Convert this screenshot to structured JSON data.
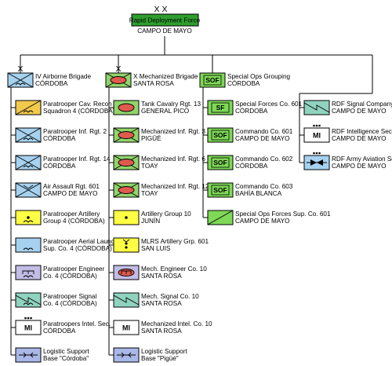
{
  "hq": {
    "echelon": "X X",
    "name": "Rapid Deployment Force",
    "location": "CAMPO DE MAYO",
    "fill": "#2e9e2e"
  },
  "echelons": {
    "brigade": "X",
    "sof": "",
    "company": "I"
  },
  "symbol_text": {
    "sof": "SOF",
    "sf": "SF",
    "mi": "MI"
  },
  "colors": {
    "airborne": "#a6d2f0",
    "mechanized": "#91d46b",
    "artillery": "#ffff44",
    "sof": "#7ed957",
    "engineer": "#c2bde6",
    "signal": "#8fd3bf",
    "intel": "#ffffff",
    "logistic": "#a9b8e8",
    "recon_diag": "#f2c94c",
    "ellipse": "#e05a4e"
  },
  "columns": [
    {
      "id": "c1",
      "units": [
        {
          "line1": "IV Airborne Brigade",
          "line2": "CÓRDOBA",
          "symbol": "airborne-infantry",
          "fill": "airborne",
          "echelon": "brigade"
        },
        {
          "line1": "Paratrooper Cav. Recon",
          "line2": "Squadron 4 (CÓRDOBA)",
          "symbol": "airborne-recon",
          "fill": "recon_diag"
        },
        {
          "line1": "Paratrooper Inf. Rgt. 2",
          "line2": "CÓRDOBA",
          "symbol": "airborne-infantry",
          "fill": "airborne"
        },
        {
          "line1": "Paratrooper Inf. Rgt. 14",
          "line2": "CÓRDOBA",
          "symbol": "airborne-infantry",
          "fill": "airborne"
        },
        {
          "line1": "Air Assault Rgt. 601",
          "line2": "CAMPO DE MAYO",
          "symbol": "air-assault",
          "fill": "airborne"
        },
        {
          "line1": "Paratrooper Artillery",
          "line2": "Group 4 (CÓRDOBA)",
          "symbol": "airborne-artillery",
          "fill": "artillery"
        },
        {
          "line1": "Paratrooper Aerial Launch",
          "line2": "Sup. Co. 4 (CÓRDOBA)",
          "symbol": "aerial-launch",
          "fill": "airborne"
        },
        {
          "line1": "Paratrooper Engineer",
          "line2": "Co. 4 (CÓRDOBA)",
          "symbol": "airborne-engineer",
          "fill": "engineer"
        },
        {
          "line1": "Paratrooper Signal",
          "line2": "Co. 4 (CÓRDOBA)",
          "symbol": "airborne-signal",
          "fill": "signal"
        },
        {
          "line1": "Paratroopers Intel. Sec.",
          "line2": "CÓRDOBA",
          "symbol": "intel",
          "fill": "intel",
          "echelon": "dots"
        },
        {
          "line1": "Logistic Support",
          "line2": "Base \"Córdoba\"",
          "symbol": "logistic",
          "fill": "logistic"
        }
      ]
    },
    {
      "id": "c2",
      "units": [
        {
          "line1": "X Mechanized Brigade",
          "line2": "SANTA ROSA",
          "symbol": "mech-infantry",
          "fill": "mechanized",
          "echelon": "brigade"
        },
        {
          "line1": "Tank Cavalry Rgt. 13",
          "line2": "GENERAL PICO",
          "symbol": "tank",
          "fill": "mechanized"
        },
        {
          "line1": "Mechanized Inf. Rgt. 3",
          "line2": "PIGÜÉ",
          "symbol": "mech-infantry",
          "fill": "mechanized"
        },
        {
          "line1": "Mechanized Inf. Rgt. 6",
          "line2": "TOAY",
          "symbol": "mech-infantry",
          "fill": "mechanized"
        },
        {
          "line1": "Mechanized Inf. Rgt. 12",
          "line2": "TOAY",
          "symbol": "mech-infantry",
          "fill": "mechanized"
        },
        {
          "line1": "Artillery Group 10",
          "line2": "JUNÍN",
          "symbol": "artillery",
          "fill": "artillery"
        },
        {
          "line1": "MLRS Artillery Grp. 601",
          "line2": "SAN LUIS",
          "symbol": "mlrs",
          "fill": "artillery"
        },
        {
          "line1": "Mech. Engineer Co. 10",
          "line2": "SANTA ROSA",
          "symbol": "mech-engineer",
          "fill": "engineer"
        },
        {
          "line1": "Mech. Signal Co. 10",
          "line2": "SANTA ROSA",
          "symbol": "signal",
          "fill": "signal"
        },
        {
          "line1": "Mechanized Intel. Co. 10",
          "line2": "SANTA ROSA",
          "symbol": "intel",
          "fill": "intel"
        },
        {
          "line1": "Logistic Support",
          "line2": "Base \"Pigüé\"",
          "symbol": "logistic",
          "fill": "logistic"
        }
      ]
    },
    {
      "id": "c3",
      "units": [
        {
          "line1": "Special Ops Grouping",
          "line2": "CÓRDOBA",
          "symbol": "sof",
          "fill": "sof"
        },
        {
          "line1": "Special Forces Co. 601",
          "line2": "CÓRDOBA",
          "symbol": "sf",
          "fill": "sof"
        },
        {
          "line1": "Commando Co. 601",
          "line2": "CAMPO DE MAYO",
          "symbol": "sof",
          "fill": "sof"
        },
        {
          "line1": "Commando Co. 602",
          "line2": "CÓRDOBA",
          "symbol": "sof",
          "fill": "sof"
        },
        {
          "line1": "Commando Co. 603",
          "line2": "BAHÍA BLANCA",
          "symbol": "sof",
          "fill": "sof"
        },
        {
          "line1": "Special Ops Forces Sup. Co. 601",
          "line2": "CAMPO DE MAYO",
          "symbol": "sof-support",
          "fill": "sof"
        }
      ]
    },
    {
      "id": "c4",
      "units": [
        {
          "line1": "RDF Signal Company",
          "line2": "CAMPO DE MAYO",
          "symbol": "signal",
          "fill": "signal"
        },
        {
          "line1": "RDF Intelligence Section",
          "line2": "CAMPO DE MAYO",
          "symbol": "intel",
          "fill": "intel",
          "echelon": "dots"
        },
        {
          "line1": "RDF Army Aviation Sec.",
          "line2": "CAMPO DE MAYO",
          "symbol": "aviation",
          "fill": "airborne",
          "echelon": "dots"
        }
      ]
    }
  ]
}
